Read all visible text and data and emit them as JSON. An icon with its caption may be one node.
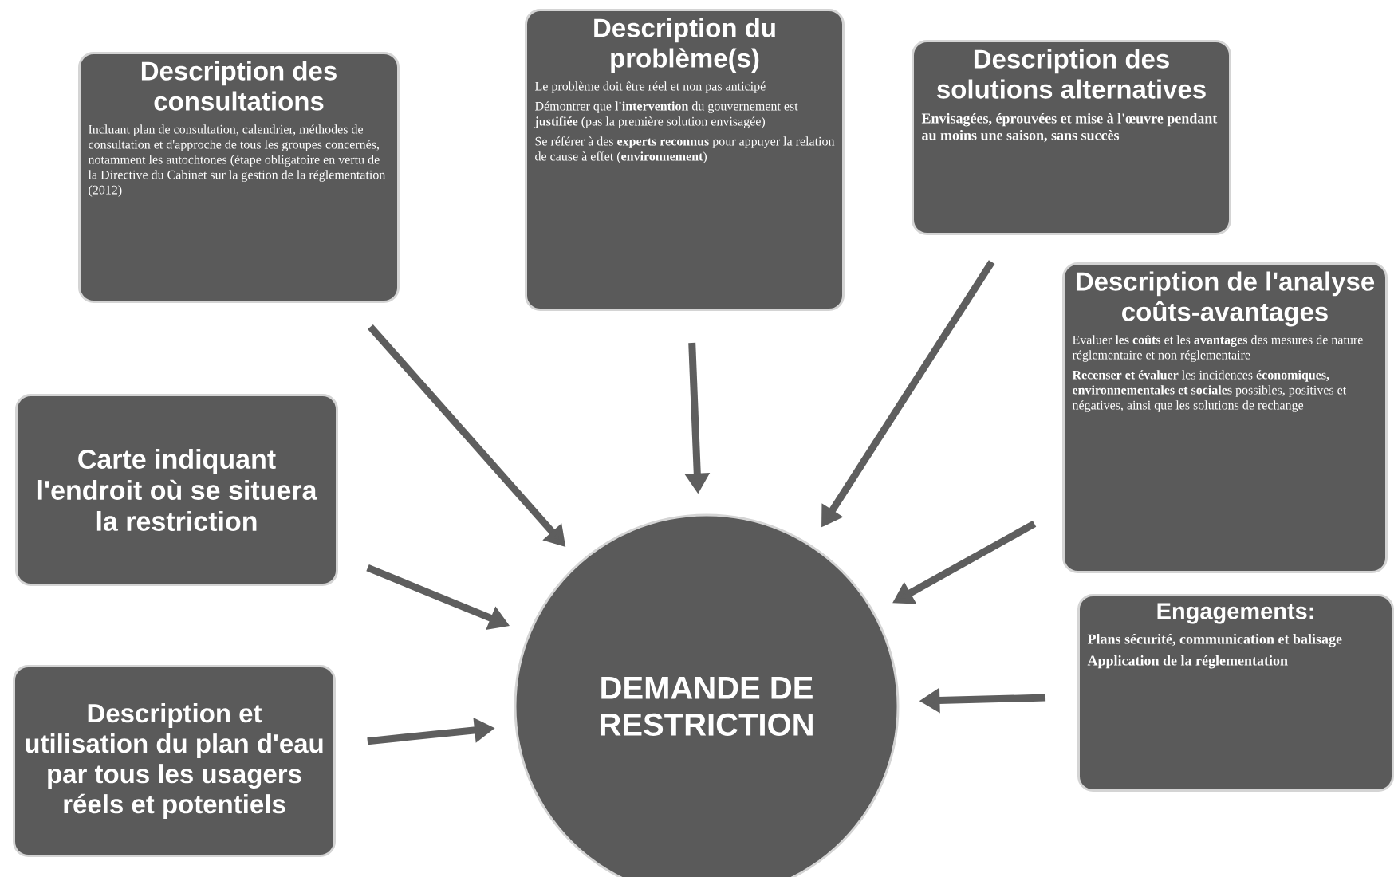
{
  "diagram": {
    "nodes": [
      {
        "text": [
          "Description des consultations",
          "Incluant plan de consultation, calendrier, méthodes de consultation et d'approche de tous les groupes concernés, notamment les autochtones (étape obligatoire en vertu de la Directive du Cabinet sur la gestion de la réglementation (2012)"
        ]
      },
      {
        "text": [
          "Description du problème(s)",
          "Le problème doit être réel et non pas anticipé",
          "Démontrer que **l'intervention** du gouvernement est **justifiée** (pas la première solution envisagée)",
          "Se référer à des **experts reconnus** pour appuyer la relation de cause à effet (**environnement**)"
        ]
      },
      {
        "text": [
          "Description des solutions alternatives",
          "Envisagées, éprouvées et mise à l'œuvre pendant au moins une saison, sans succès"
        ]
      },
      {
        "text": [
          "Description de l'analyse coûts-avantages",
          "Evaluer **les coûts** et les **avantages** des mesures de nature réglementaire et non réglementaire",
          "**Recenser et évaluer** les incidences **économiques, environnementales et sociales** possibles, positives et négatives, ainsi que les solutions de rechange"
        ]
      },
      {
        "text": [
          "Carte indiquant l'endroit où se situera la restriction"
        ]
      },
      {
        "text": [
          "Engagements:",
          "Plans sécurité, communication et balisage",
          "Application de la réglementation"
        ]
      },
      {
        "text": [
          "Description et utilisation du plan d'eau par tous les usagers réels et potentiels"
        ]
      },
      {
        "text": [
          "DEMANDE DE RESTRICTION"
        ]
      }
    ],
    "edges": [
      {
        "from": 0,
        "to": 7,
        "arrow": "to"
      },
      {
        "from": 1,
        "to": 7,
        "arrow": "to"
      },
      {
        "from": 2,
        "to": 7,
        "arrow": "to"
      },
      {
        "from": 3,
        "to": 7,
        "arrow": "to"
      },
      {
        "from": 4,
        "to": 7,
        "arrow": "to"
      },
      {
        "from": 5,
        "to": 7,
        "arrow": "to"
      },
      {
        "from": 6,
        "to": 7,
        "arrow": "to"
      }
    ]
  }
}
